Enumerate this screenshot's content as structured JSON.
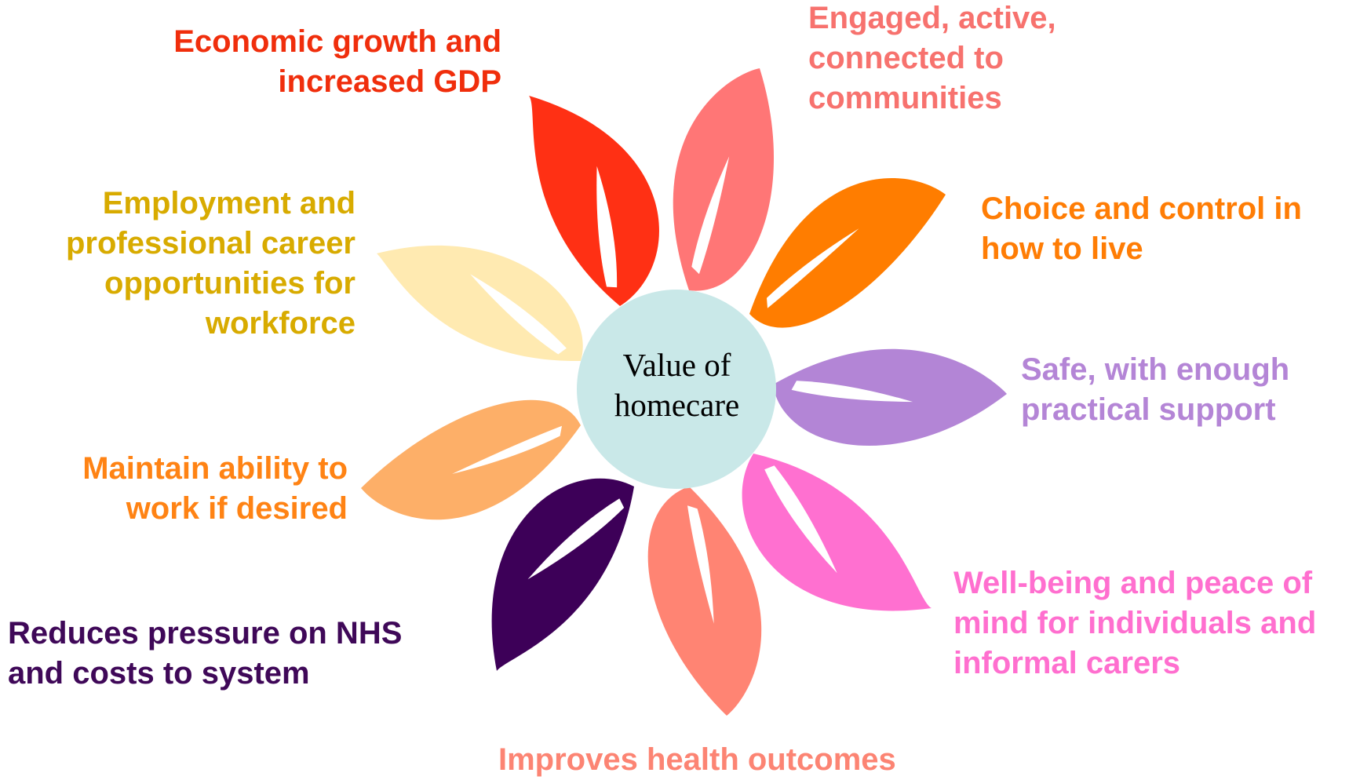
{
  "center": {
    "line1": "Value of",
    "line2": "homecare",
    "color": "#c9e8e8"
  },
  "petals": [
    {
      "id": "economic-growth",
      "color": "#ff3014",
      "label_color": "#f02e0c",
      "lines": [
        "Economic growth and",
        "increased GDP"
      ]
    },
    {
      "id": "engaged-active",
      "color": "#ff7676",
      "label_color": "#f7726e",
      "lines": [
        "Engaged, active,",
        "connected to",
        "communities"
      ]
    },
    {
      "id": "choice-control",
      "color": "#ff7d00",
      "label_color": "#ff7d05",
      "lines": [
        "Choice and control in",
        "how to live"
      ]
    },
    {
      "id": "safe-support",
      "color": "#b385d6",
      "label_color": "#b485d6",
      "lines": [
        "Safe, with enough",
        "practical support"
      ]
    },
    {
      "id": "well-being",
      "color": "#ff70d0",
      "label_color": "#ff6fcf",
      "lines": [
        "Well-being and peace of",
        "mind for individuals and",
        "informal carers"
      ]
    },
    {
      "id": "health-outcomes",
      "color": "#ff8473",
      "label_color": "#fc8473",
      "lines": [
        "Improves health outcomes"
      ]
    },
    {
      "id": "nhs-pressure",
      "color": "#3d0058",
      "label_color": "#3f0858",
      "lines": [
        "Reduces pressure on NHS",
        "and costs to system"
      ]
    },
    {
      "id": "work-ability",
      "color": "#fdaf68",
      "label_color": "#ff8314",
      "lines": [
        "Maintain ability to",
        "work if desired"
      ]
    },
    {
      "id": "employment",
      "color": "#ffeab1",
      "label_color": "#d8ab00",
      "lines": [
        "Employment and",
        "professional career",
        "opportunities for",
        "workforce"
      ]
    }
  ]
}
